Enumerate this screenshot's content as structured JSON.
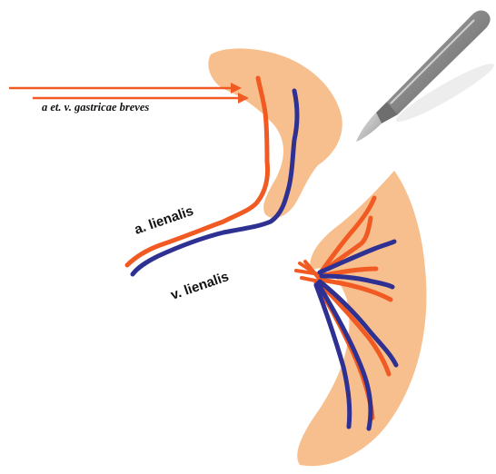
{
  "labels": {
    "short_gastric": "a et. v. gastricae breves",
    "splenic_artery": "a. lienalis",
    "splenic_vein": "v. lienalis"
  },
  "colors": {
    "tissue": "#f8bf8e",
    "artery": "#f15a22",
    "vein": "#2e3192",
    "text": "#111111"
  },
  "icons": {
    "scalpel": "scalpel-icon"
  }
}
